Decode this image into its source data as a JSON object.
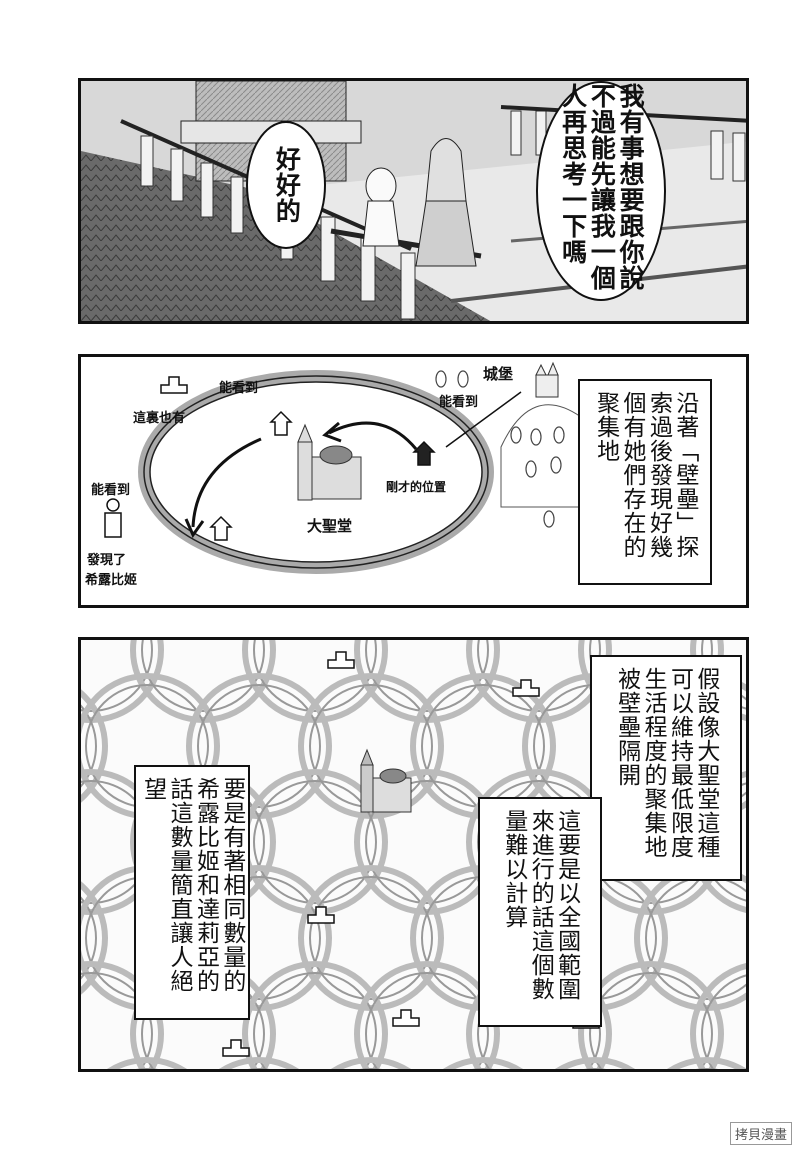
{
  "panel1": {
    "bubble_right": "我有事想要跟你說不過能先讓我一個人再思考一下嗎",
    "bubble_left": "好好的"
  },
  "panel2": {
    "map_labels": {
      "castle": "城堡",
      "can_see_1": "能看到",
      "can_see_2": "能看到",
      "can_see_3": "能看到",
      "here_too": "這裏也有",
      "cathedral": "大聖堂",
      "previous_location": "剛才的位置",
      "found": "發現了",
      "name": "希露比姬"
    },
    "narration": "沿著「壁壘」探索過後發現好幾個有她們存在的聚集地"
  },
  "panel3": {
    "narration_1": "假設像大聖堂這種可以維持最低限度生活程度的聚集地被壁壘隔開",
    "narration_2": "這要是以全國範圍來進行的話這個數量難以計算",
    "narration_3": "要是有著相同數量的希露比姬和達莉亞的話這數量簡直讓人絕望"
  },
  "watermark": "拷貝漫畫"
}
